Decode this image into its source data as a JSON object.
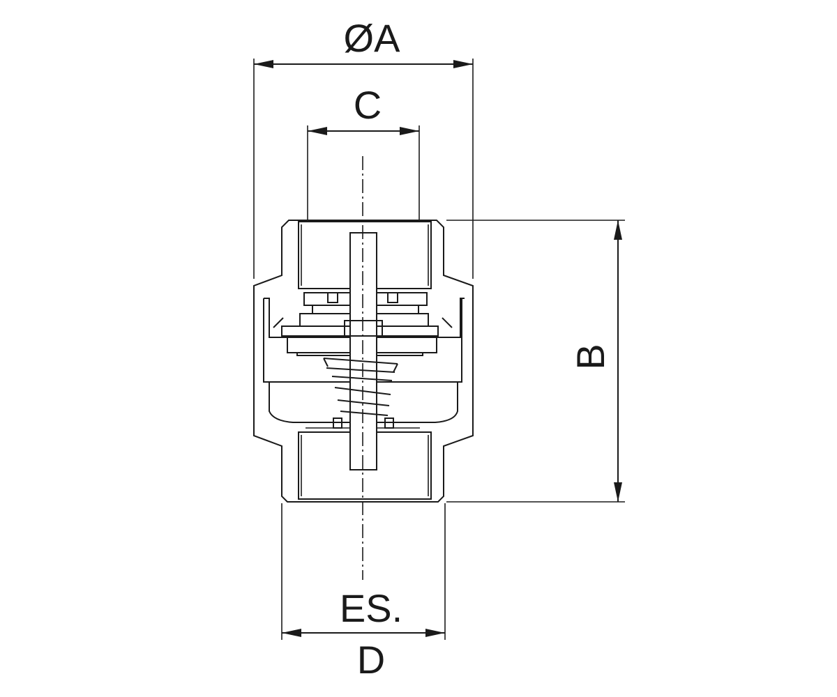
{
  "diagram": {
    "labels": {
      "outer_diameter": "ØA",
      "bore": "C",
      "height": "B",
      "thread_type": "ES.",
      "thread_size": "D"
    }
  }
}
